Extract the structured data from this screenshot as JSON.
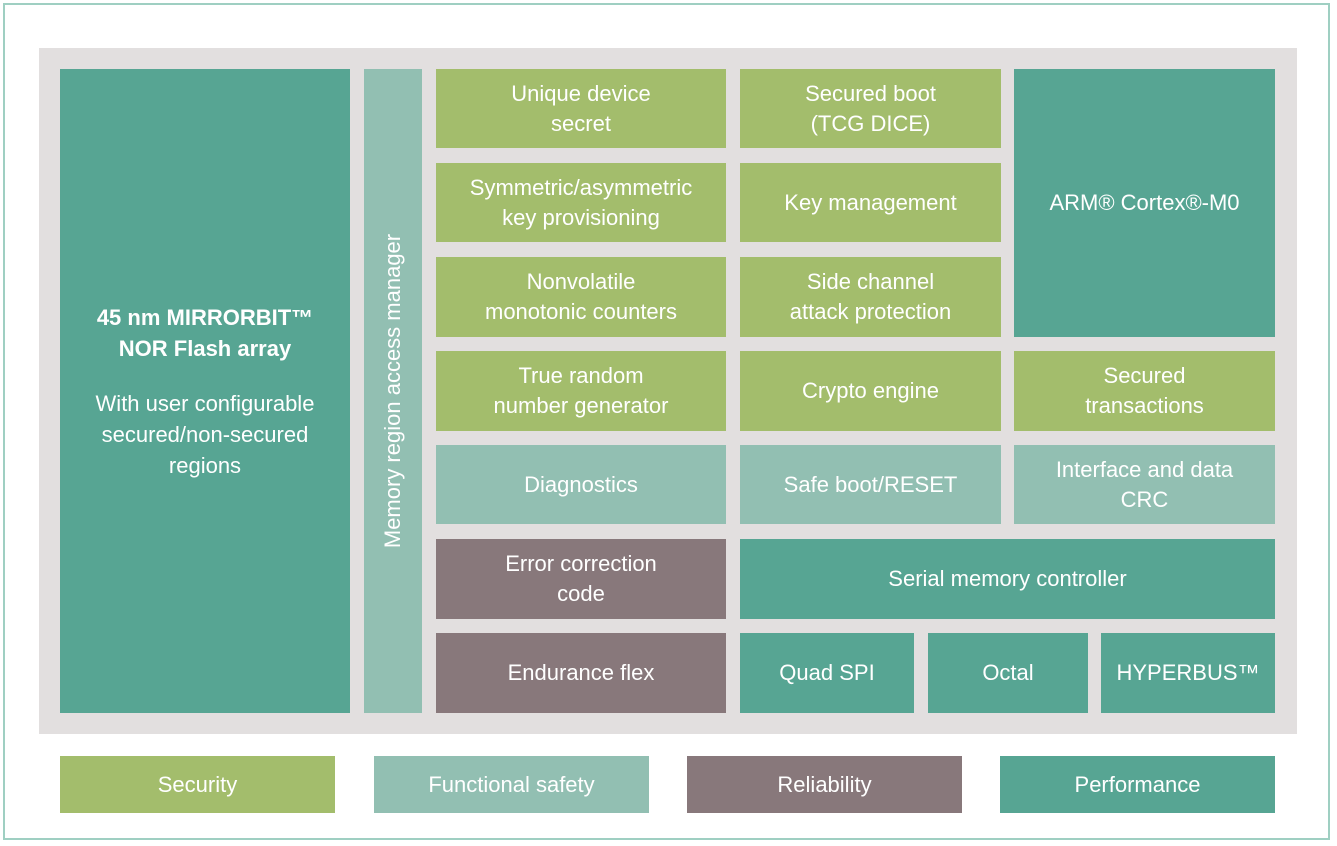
{
  "flash": {
    "title_line1": "45 nm MIRRORBIT™",
    "title_line2": "NOR Flash array",
    "sub_line1": "With user configurable",
    "sub_line2": "secured/non-secured",
    "sub_line3": "regions"
  },
  "access_manager": "Memory region access manager",
  "blocks": {
    "unique_secret": [
      "Unique device",
      "secret"
    ],
    "secured_boot": [
      "Secured boot",
      "(TCG DICE)"
    ],
    "key_provisioning": [
      "Symmetric/asymmetric",
      "key provisioning"
    ],
    "key_management": [
      "Key management"
    ],
    "arm_core": [
      "ARM® Cortex®-M0"
    ],
    "counters": [
      "Nonvolatile",
      "monotonic counters"
    ],
    "side_channel": [
      "Side channel",
      "attack protection"
    ],
    "trng": [
      "True random",
      "number generator"
    ],
    "crypto": [
      "Crypto engine"
    ],
    "transactions": [
      "Secured",
      "transactions"
    ],
    "diagnostics": [
      "Diagnostics"
    ],
    "safe_boot": [
      "Safe boot/RESET"
    ],
    "interface_crc": [
      "Interface and data",
      "CRC"
    ],
    "ecc": [
      "Error correction",
      "code"
    ],
    "serial_controller": [
      "Serial memory controller"
    ],
    "endurance": [
      "Endurance flex"
    ],
    "quad_spi": [
      "Quad SPI"
    ],
    "octal": [
      "Octal"
    ],
    "hyperbus": [
      "HYPERBUS™"
    ]
  },
  "legend": {
    "security": "Security",
    "functional_safety": "Functional safety",
    "reliability": "Reliability",
    "performance": "Performance"
  },
  "colors": {
    "security": "#a3bd6c",
    "functional_safety": "#92bfb2",
    "reliability": "#88787b",
    "performance": "#57a593",
    "panel": "#e2dfdf",
    "frame": "#9fcfc2"
  }
}
